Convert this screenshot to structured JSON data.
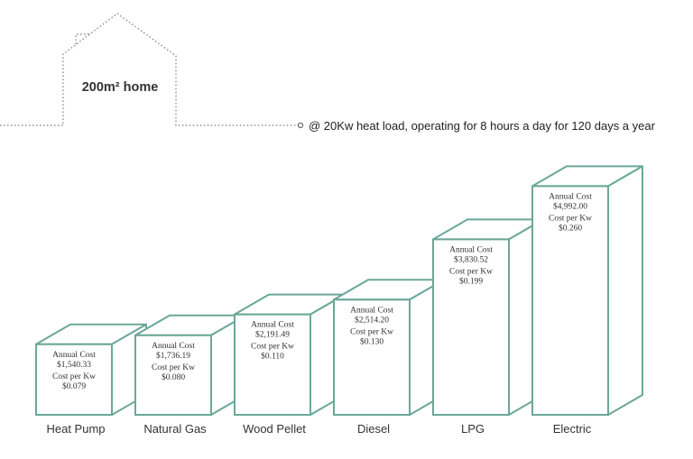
{
  "header": {
    "home_label": "200m² home",
    "note": "@ 20Kw heat load, operating for 8 hours a day for 120 days a year"
  },
  "colors": {
    "box_stroke": "#6aa896",
    "text": "#333333",
    "dotted": "#7a7a7a"
  },
  "chart_data": {
    "type": "bar",
    "categories": [
      "Heat Pump",
      "Natural Gas",
      "Wood Pellet",
      "Diesel",
      "LPG",
      "Electric"
    ],
    "values": [
      1540.33,
      1736.19,
      2191.49,
      2514.2,
      3830.52,
      4992.0
    ],
    "annual_cost_label": "Annual Cost",
    "cost_per_kw_label": "Cost per Kw",
    "annual_cost_text": [
      "$1,540.33",
      "$1,736.19",
      "$2,191.49",
      "$2,514.20",
      "$3,830.52",
      "$4,992.00"
    ],
    "cost_per_kw_text": [
      "$0.079",
      "$0.080",
      "$0.110",
      "$0.130",
      "$0.199",
      "$0.260"
    ],
    "title": "",
    "xlabel": "",
    "ylabel": "",
    "ylim": [
      0,
      5000
    ],
    "grid": false
  }
}
